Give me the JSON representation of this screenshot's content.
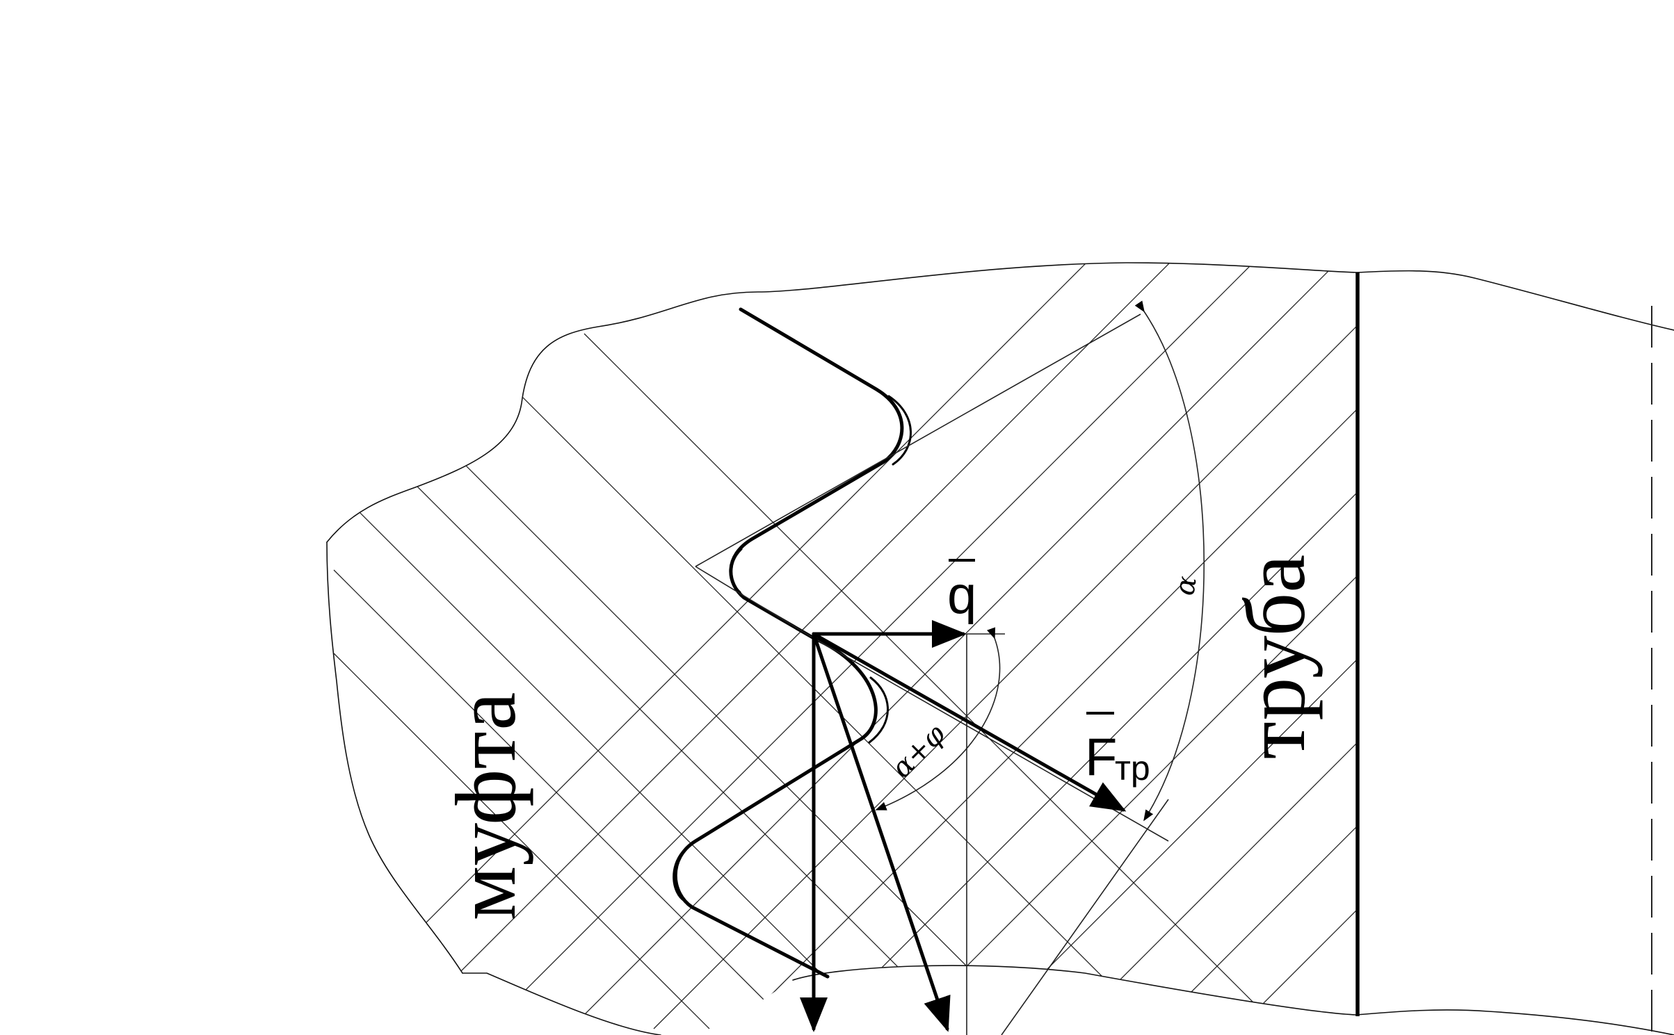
{
  "labels": {
    "coupling": "муфта",
    "pipe": "труба",
    "vector_q": "q",
    "vector_f": "F",
    "vector_f_sub": "тр",
    "angle_alpha": "α",
    "angle_alpha_phi": "α+φ"
  },
  "colors": {
    "line": "#000000",
    "background": "#ffffff"
  }
}
